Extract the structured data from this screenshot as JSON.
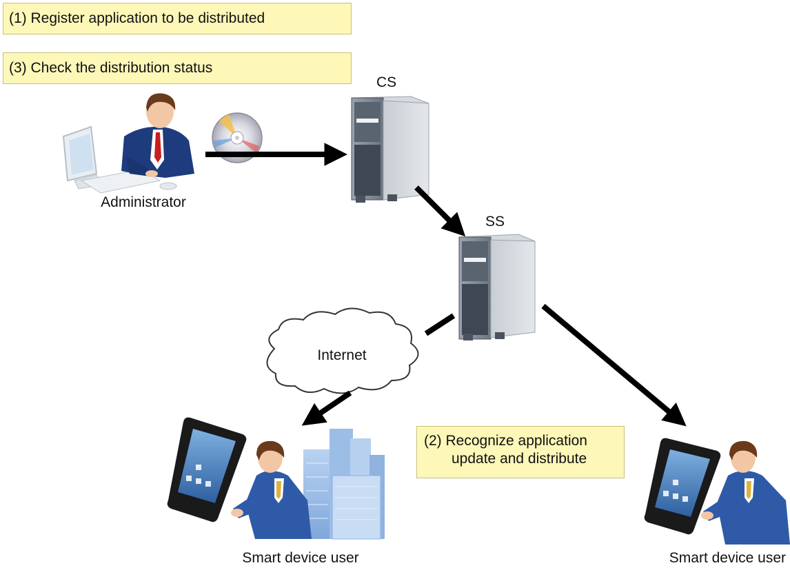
{
  "steps": {
    "register": "(1) Register application to be distributed",
    "check": "(3) Check the distribution status",
    "recognize_line1": "(2) Recognize application",
    "recognize_line2": "update and distribute"
  },
  "nodes": {
    "administrator": "Administrator",
    "cs": "CS",
    "ss": "SS",
    "internet": "Internet",
    "user_left": "Smart device user",
    "user_right": "Smart device user"
  },
  "colors": {
    "note_fill": "#fdf7b8",
    "note_border": "#c8c07a",
    "arrow": "#000000",
    "server_body": "#4f5966",
    "server_front": "#7e8a96",
    "suit": "#1f3f8a",
    "sky": "#a6c4ea"
  },
  "icons": [
    "administrator-figure",
    "pc-monitor-icon",
    "cd-disc-icon",
    "server-icon",
    "cloud-icon",
    "smartphone-icon",
    "user-figure",
    "office-buildings-icon"
  ]
}
